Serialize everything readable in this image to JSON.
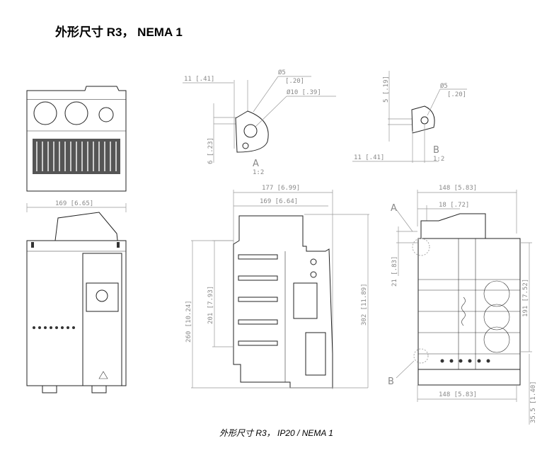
{
  "title": "外形尺寸 R3， NEMA 1",
  "caption": "外形尺寸 R3， IP20 / NEMA 1",
  "front_view": {
    "width_dim": "169 [6.65]"
  },
  "detail_a": {
    "label": "A",
    "scale": "1:2",
    "dim_11": "11 [.41]",
    "dim_6": "6 [.23]",
    "dia5": "Ø5",
    "dia5_in": "[.20]",
    "dia10": "Ø10 [.39]"
  },
  "detail_b": {
    "label": "B",
    "scale": "1:2",
    "dim_5": "5 [.19]",
    "dim_11": "11 [.41]",
    "dia5": "Ø5",
    "dia5_in": "[.20]"
  },
  "side_view": {
    "depth_total": "177 [6.99]",
    "depth": "169 [6.64]",
    "h260": "260 [10.24]",
    "h201": "201 [7.93]",
    "h302": "302 [11.89]"
  },
  "rear_view": {
    "width_top": "148 [5.83]",
    "offset": "18 [.72]",
    "h21": "21 [.83]",
    "h191": "191 [7.52]",
    "h35": "35.5 [1.40]",
    "width_bottom": "148 [5.83]",
    "marker_a": "A",
    "marker_b": "B"
  }
}
